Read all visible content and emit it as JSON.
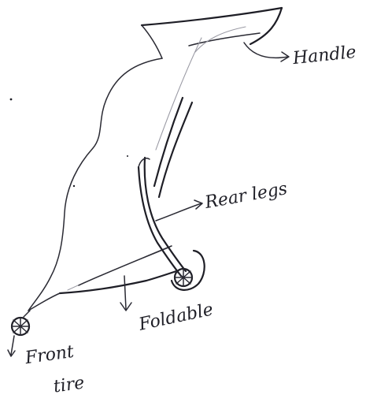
{
  "labels": {
    "handle": "Handle",
    "rear_legs": "Rear legs",
    "foldable": "Foldable",
    "front_tire_line1": "Front",
    "front_tire_line2": "tire"
  },
  "colors": {
    "ink": "#1e1e26",
    "faint_ink": "#9a9aa4",
    "paper": "#ffffff"
  }
}
